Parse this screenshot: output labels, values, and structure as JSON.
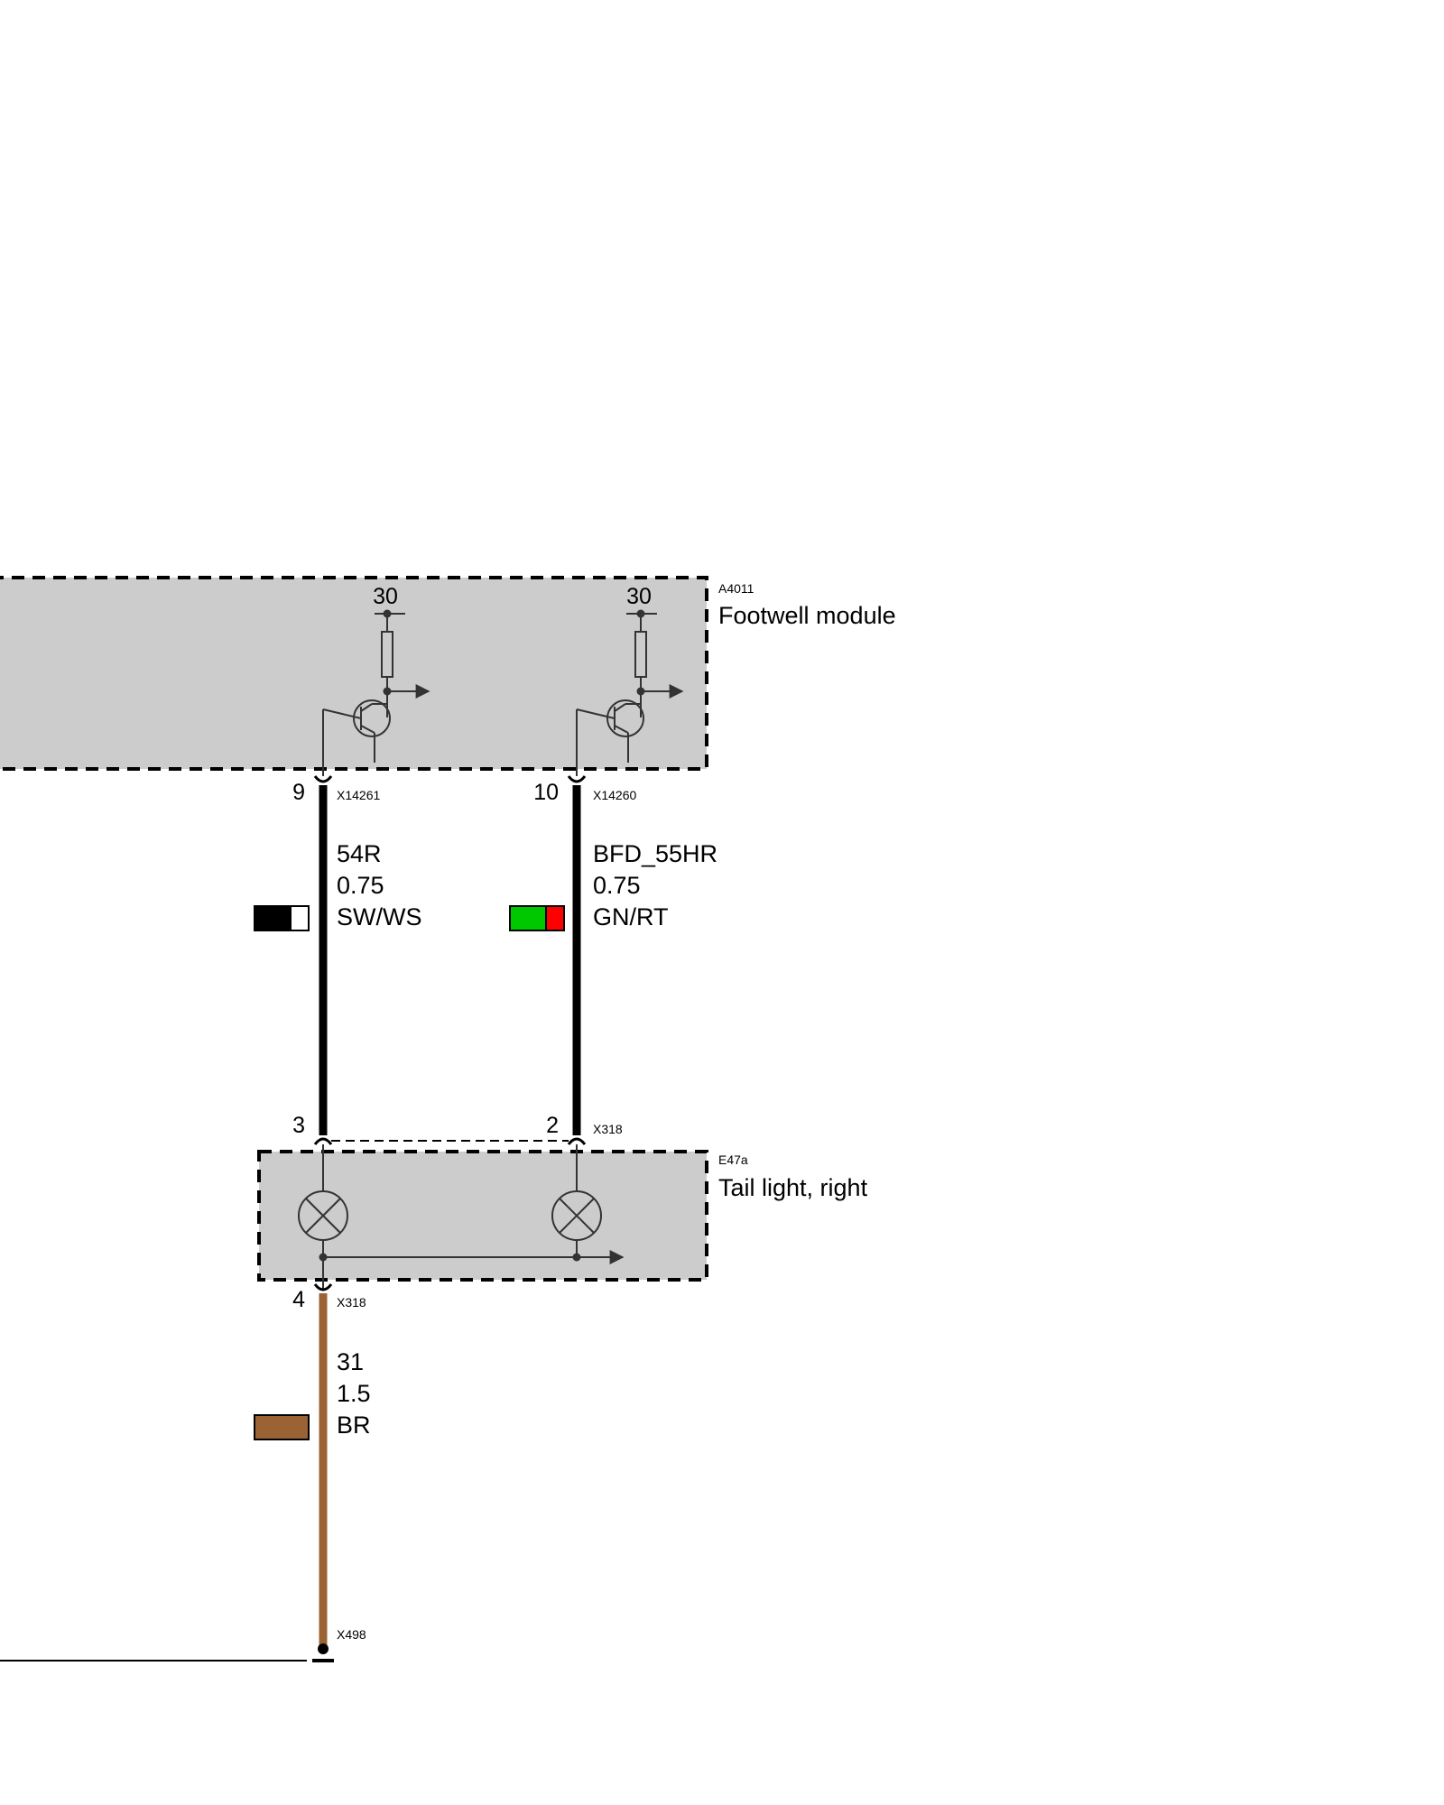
{
  "modules": {
    "footwell": {
      "code": "A4011",
      "name": "Footwell module",
      "supply_left": "30",
      "supply_right": "30"
    },
    "taillight": {
      "code": "E47a",
      "name": "Tail light, right"
    }
  },
  "pins": {
    "fw_left": {
      "pin": "9",
      "connector": "X14261"
    },
    "fw_right": {
      "pin": "10",
      "connector": "X14260"
    },
    "tl_left": {
      "pin": "3"
    },
    "tl_right": {
      "pin": "2",
      "connector": "X318"
    },
    "tl_ground": {
      "pin": "4",
      "connector": "X318"
    },
    "ground_point": {
      "connector": "X498"
    }
  },
  "wires": {
    "w54r": {
      "signal": "54R",
      "gauge": "0.75",
      "color": "SW/WS",
      "swatch": [
        "#000000",
        "#ffffff"
      ]
    },
    "wbfd": {
      "signal": "BFD_55HR",
      "gauge": "0.75",
      "color": "GN/RT",
      "swatch": [
        "#00c800",
        "#ff0000"
      ]
    },
    "w31": {
      "signal": "31",
      "gauge": "1.5",
      "color": "BR",
      "swatch": [
        "#9b6334"
      ]
    }
  }
}
